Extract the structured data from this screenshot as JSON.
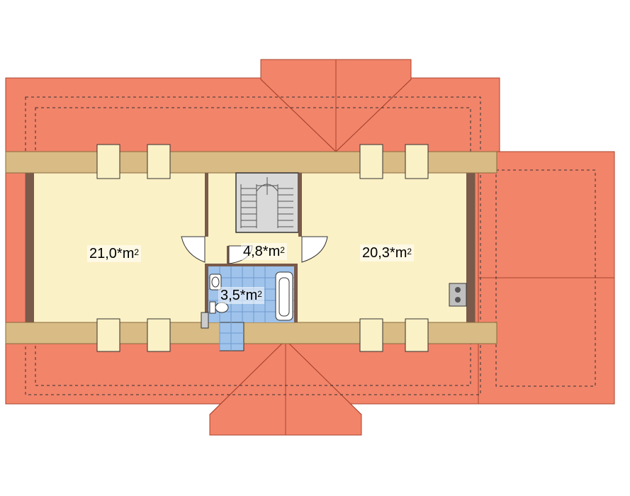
{
  "rooms": [
    {
      "id": "left-room",
      "area": "21,0*m",
      "unit_sup": "2"
    },
    {
      "id": "hall",
      "area": "4,8*m",
      "unit_sup": "2"
    },
    {
      "id": "right-room",
      "area": "20,3*m",
      "unit_sup": "2"
    },
    {
      "id": "bathroom",
      "area": "3,5*m",
      "unit_sup": "2"
    }
  ],
  "colors": {
    "roof": "#f2846a",
    "roof_edge": "#a8452e",
    "floor": "#fbf1c6",
    "beam": "#d8bb85",
    "wall": "#7a5a4a",
    "tile": "#9fc3ea",
    "stairs": "#d9d9d9"
  }
}
